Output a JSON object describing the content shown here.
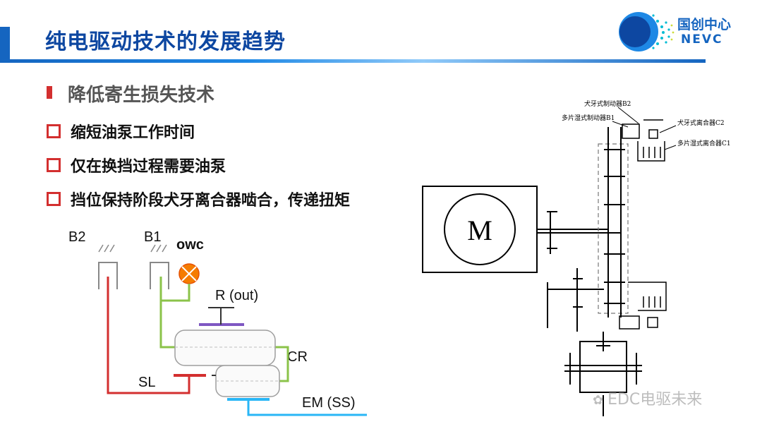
{
  "slide": {
    "title": "纯电驱动技术的发展趋势",
    "section": "降低寄生损失技术",
    "bullets": [
      "缩短油泵工作时间",
      "仅在换挡过程需要油泵",
      "挡位保持阶段犬牙离合器啮合，传递扭矩"
    ]
  },
  "logo": {
    "cn": "国创中心",
    "en": "NEVC"
  },
  "left_diagram": {
    "labels": {
      "b2": "B2",
      "b1": "B1",
      "owc": "owc",
      "r_out": "R (out)",
      "cr": "CR",
      "sl": "SL",
      "em": "EM (SS)"
    }
  },
  "right_diagram": {
    "motor": "M",
    "labels": {
      "c2_dog": "犬牙式制动器B2",
      "b1_multi": "多片湿式制动器B1",
      "c2_clutch": "犬牙式离合器C2",
      "c1_clutch": "多片湿式离合器C1"
    }
  },
  "watermark": "EDC电驱未来",
  "colors": {
    "title": "#0d47a1",
    "accent_red": "#d32f2f",
    "line_red": "#d32f2f",
    "line_green": "#8bc34a",
    "line_purple": "#7e57c2",
    "line_blue": "#29b6f6",
    "owc_orange": "#f57c00"
  }
}
